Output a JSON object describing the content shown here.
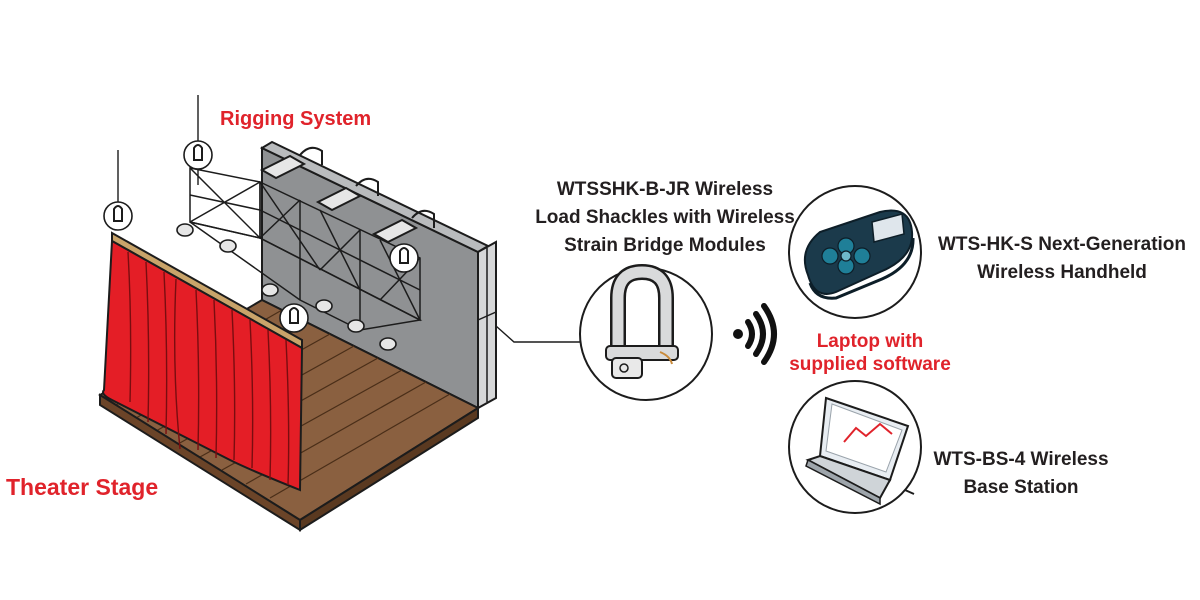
{
  "labels": {
    "rigging_system": "Rigging System",
    "theater_stage": "Theater Stage",
    "shackle": [
      "WTSSHK-B-JR Wireless",
      "Load Shackles with Wireless",
      "Strain Bridge Modules"
    ],
    "laptop": [
      "Laptop with",
      "supplied software"
    ],
    "handheld": [
      "WTS-HK-S Next-Generation",
      "Wireless Handheld"
    ],
    "base_station": [
      "WTS-BS-4 Wireless",
      "Base Station"
    ]
  },
  "colors": {
    "accent_red": "#e0232b",
    "text_dark": "#231f20",
    "curtain": "#e41e26",
    "floor": "#8a6040",
    "wall": "#8f9193",
    "handheld_body": "#1b3a4b",
    "handheld_keys": "#1f7f98"
  },
  "icons": [
    "wireless-signal-icon",
    "shackle-icon",
    "handheld-icon",
    "laptop-icon"
  ]
}
